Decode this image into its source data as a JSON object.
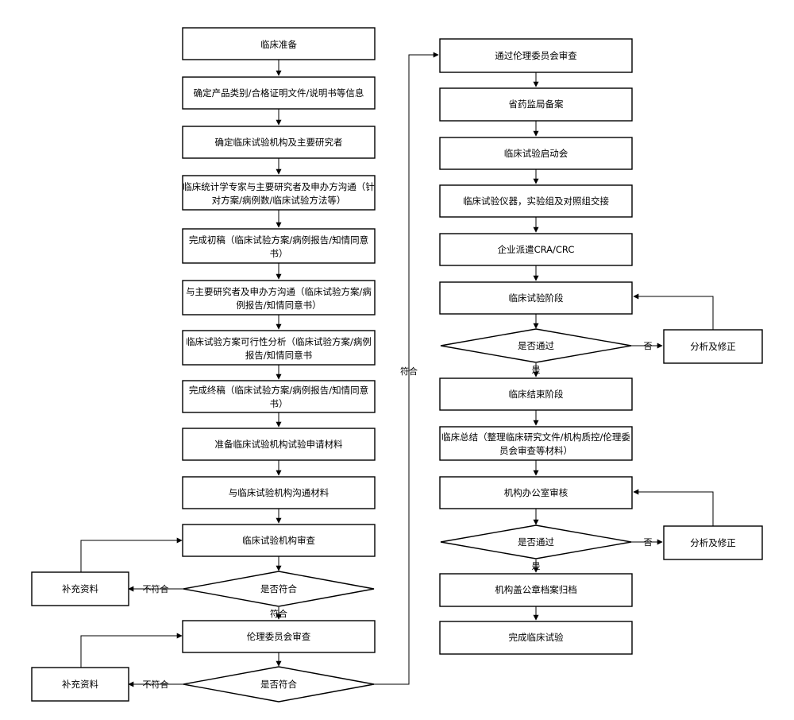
{
  "nodes": {
    "clinical_prep": "临床准备",
    "confirm_category": "确定产品类别/合格证明文件/说明书等信息",
    "confirm_institution": "确定临床试验机构及主要研究者",
    "stat_expert_l1": "临床统计学专家与主要研究者及申办方沟通（针",
    "stat_expert_l2": "对方案/病例数/临床试验方法等）",
    "first_draft_l1": "完成初稿（临床试验方案/病例报告/知情同意",
    "first_draft_l2": "书）",
    "communicate_l1": "与主要研究者及申办方沟通（临床试验方案/病",
    "communicate_l2": "例报告/知情同意书）",
    "feasibility_l1": "临床试验方案可行性分析（临床试验方案/病例",
    "feasibility_l2": "报告/知情同意书",
    "final_draft_l1": "完成终稿（临床试验方案/病例报告/知情同意",
    "final_draft_l2": "书）",
    "prepare_materials": "准备临床试验机构试验申请材料",
    "communicate_materials": "与临床试验机构沟通材料",
    "institution_review": "临床试验机构审查",
    "compliant_q1": "是否符合",
    "supplement_1": "补充资料",
    "ethics_review": "伦理委员会审查",
    "compliant_q2": "是否符合",
    "supplement_2": "补充资料",
    "ethics_pass": "通过伦理委员会审查",
    "provincial_filing": "省药监局备案",
    "kickoff": "临床试验启动会",
    "handover": "临床试验仪器，实验组及对照组交接",
    "cra": "企业派遣CRA/CRC",
    "trial_phase": "临床试验阶段",
    "pass_q1": "是否通过",
    "revise_1": "分析及修正",
    "end_phase": "临床结束阶段",
    "summary_l1": "临床总结（整理临床研究文件/机构质控/伦理委",
    "summary_l2": "员会审查等材料）",
    "office_review": "机构办公室审核",
    "pass_q2": "是否通过",
    "revise_2": "分析及修正",
    "archive": "机构盖公章档案归档",
    "complete": "完成临床试验"
  },
  "edge_labels": {
    "not_compliant_1": "不符合",
    "compliant_1": "符合",
    "not_compliant_2": "不符合",
    "compliant_2": "符合",
    "no_1": "否",
    "yes_1": "是",
    "no_2": "否",
    "yes_2": "是"
  }
}
